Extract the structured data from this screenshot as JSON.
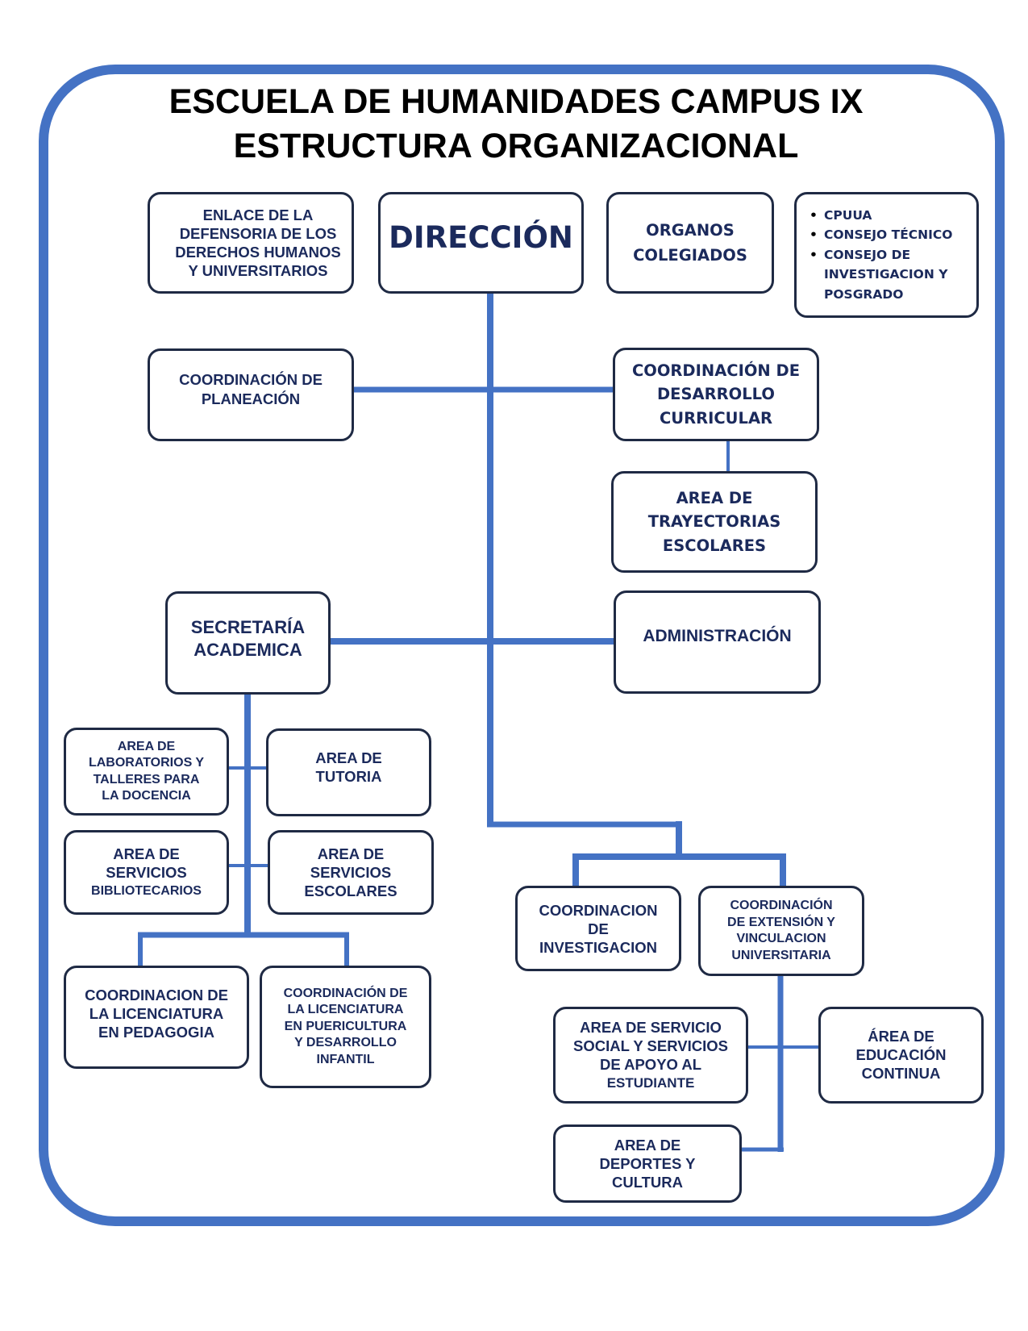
{
  "title": {
    "line1": "ESCUELA DE HUMANIDADES CAMPUS IX",
    "line2": "ESTRUCTURA ORGANIZACIONAL"
  },
  "colors": {
    "frame": "#4472c4",
    "connector": "#4472c4",
    "box_border": "#1f2a44",
    "box_text": "#1b2a5c"
  },
  "boxes": {
    "enlace": {
      "lines": [
        "ENLACE DE LA",
        "DEFENSORIA DE LOS",
        "DERECHOS HUMANOS",
        "Y UNIVERSITARIOS"
      ]
    },
    "direccion": {
      "lines": [
        "DIRECCIÓN"
      ]
    },
    "organos": {
      "lines": [
        "ORGANOS",
        "COLEGIADOS"
      ]
    },
    "organos_list": {
      "items": [
        "CPUUA",
        "CONSEJO TÉCNICO",
        "CONSEJO DE",
        "INVESTIGACION Y",
        "POSGRADO"
      ]
    },
    "planeacion": {
      "lines": [
        "COORDINACIÓN DE",
        "PLANEACIÓN"
      ]
    },
    "desarrollo": {
      "lines": [
        "COORDINACIÓN DE",
        "DESARROLLO",
        "CURRICULAR"
      ]
    },
    "trayectorias": {
      "lines": [
        "AREA DE",
        "TRAYECTORIAS",
        "ESCOLARES"
      ]
    },
    "secretaria": {
      "lines": [
        "SECRETARÍA",
        "ACADEMICA"
      ]
    },
    "administracion": {
      "lines": [
        "ADMINISTRACIÓN"
      ]
    },
    "laboratorios": {
      "lines": [
        "AREA DE",
        "LABORATORIOS Y",
        "TALLERES PARA",
        "LA DOCENCIA"
      ]
    },
    "tutoria": {
      "lines": [
        "AREA DE",
        "TUTORIA"
      ]
    },
    "bibliotecarios": {
      "lines": [
        "AREA DE",
        "SERVICIOS",
        "BIBLIOTECARIOS"
      ]
    },
    "escolares": {
      "lines": [
        "AREA DE",
        "SERVICIOS",
        "ESCOLARES"
      ]
    },
    "pedagogia": {
      "lines": [
        "COORDINACION DE",
        "LA LICENCIATURA",
        "EN PEDAGOGIA"
      ]
    },
    "puericultura": {
      "lines": [
        "COORDINACIÓN DE",
        "LA LICENCIATURA",
        "EN PUERICULTURA",
        "Y DESARROLLO",
        "INFANTIL"
      ]
    },
    "investigacion": {
      "lines": [
        "COORDINACION",
        "DE",
        "INVESTIGACION"
      ]
    },
    "extension": {
      "lines": [
        "COORDINACIÓN",
        "DE EXTENSIÓN Y",
        "VINCULACION",
        "UNIVERSITARIA"
      ]
    },
    "servicio_social": {
      "lines": [
        "AREA DE SERVICIO",
        "SOCIAL Y SERVICIOS",
        "DE APOYO AL",
        "ESTUDIANTE"
      ]
    },
    "educacion_continua": {
      "lines": [
        "ÁREA DE",
        "EDUCACIÓN",
        "CONTINUA"
      ]
    },
    "deportes": {
      "lines": [
        "AREA DE",
        "DEPORTES Y",
        "CULTURA"
      ]
    }
  }
}
